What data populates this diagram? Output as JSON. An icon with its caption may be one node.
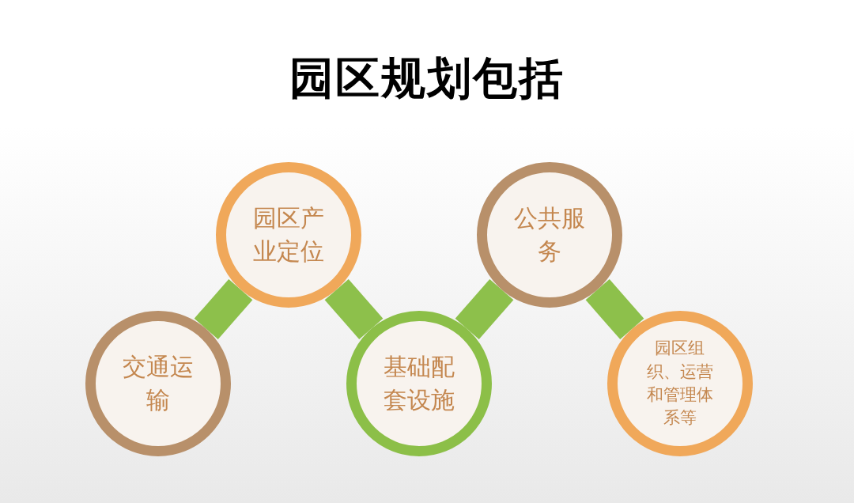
{
  "diagram": {
    "title": "园区规划包括",
    "nodes": [
      {
        "text": [
          "交通运输"
        ]
      },
      {
        "text": [
          "园区产业定位"
        ]
      },
      {
        "text": [
          "基础配套设施"
        ]
      },
      {
        "text": [
          "公共服务"
        ]
      },
      {
        "text": [
          "园区组织、运营和管理体系等"
        ]
      }
    ],
    "edges": [
      {
        "from": 0,
        "to": 1,
        "arrow": "none"
      },
      {
        "from": 1,
        "to": 2,
        "arrow": "none"
      },
      {
        "from": 2,
        "to": 3,
        "arrow": "none"
      },
      {
        "from": 3,
        "to": 4,
        "arrow": "none"
      }
    ]
  }
}
